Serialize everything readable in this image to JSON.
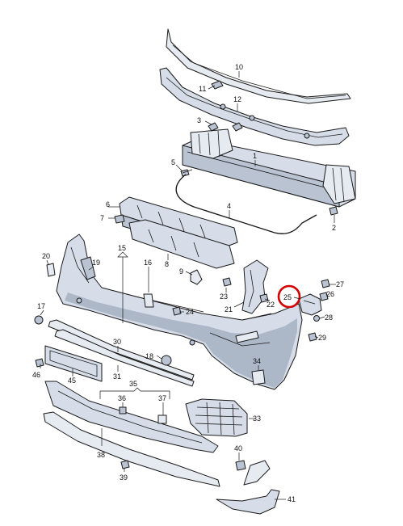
{
  "colors": {
    "part_fill": "#d6dde8",
    "part_outline": "#1a1a1a",
    "highlight": "#d40000"
  },
  "diagram": {
    "labels": {
      "p1": "1",
      "p2": "2",
      "p3": "3",
      "p4": "4",
      "p5": "5",
      "p6": "6",
      "p7": "7",
      "p8": "8",
      "p9": "9",
      "p10": "10",
      "p11": "11",
      "p12": "12",
      "p15": "15",
      "p16": "16",
      "p17": "17",
      "p18": "18",
      "p19": "19",
      "p20": "20",
      "p21": "21",
      "p22": "22",
      "p23": "23",
      "p24": "24",
      "p25": "25",
      "p26": "26",
      "p27": "27",
      "p28": "28",
      "p29": "29",
      "p30": "30",
      "p31": "31",
      "p33": "33",
      "p34": "34",
      "p35": "35",
      "p36": "36",
      "p37": "37",
      "p38": "38",
      "p39": "39",
      "p40": "40",
      "p41": "41",
      "p45": "45",
      "p46": "46"
    },
    "highlighted_part": "25"
  }
}
